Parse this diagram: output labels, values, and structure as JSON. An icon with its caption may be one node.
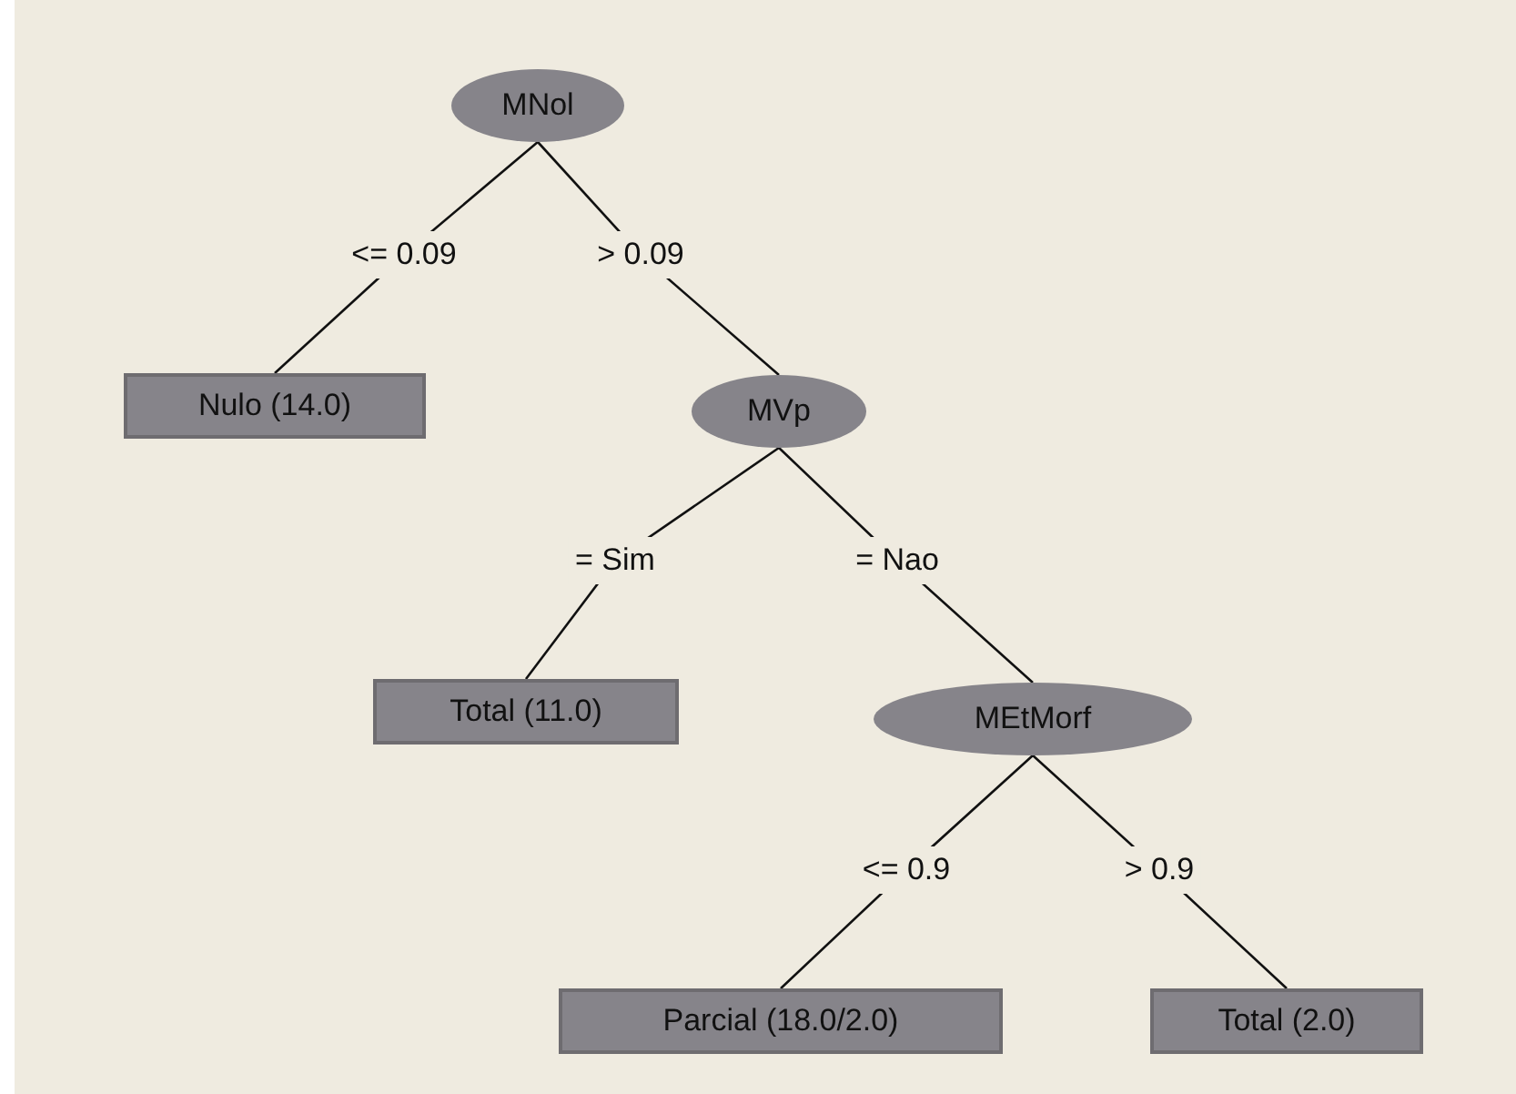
{
  "diagram": {
    "nodes": [
      {
        "text": [
          "MNol"
        ]
      },
      {
        "text": [
          "Nulo (14.0)"
        ]
      },
      {
        "text": [
          "MVp"
        ]
      },
      {
        "text": [
          "Total (11.0)"
        ]
      },
      {
        "text": [
          "MEtMorf"
        ]
      },
      {
        "text": [
          "Parcial (18.0/2.0)"
        ]
      },
      {
        "text": [
          "Total (2.0)"
        ]
      }
    ],
    "edges": [
      {
        "from": 0,
        "to": 1,
        "arrow": "none",
        "label": "<= 0.09"
      },
      {
        "from": 0,
        "to": 2,
        "arrow": "none",
        "label": "> 0.09"
      },
      {
        "from": 2,
        "to": 3,
        "arrow": "none",
        "label": "= Sim"
      },
      {
        "from": 2,
        "to": 4,
        "arrow": "none",
        "label": "= Nao"
      },
      {
        "from": 4,
        "to": 5,
        "arrow": "none",
        "label": "<= 0.9"
      },
      {
        "from": 4,
        "to": 6,
        "arrow": "none",
        "label": "> 0.9"
      }
    ]
  }
}
